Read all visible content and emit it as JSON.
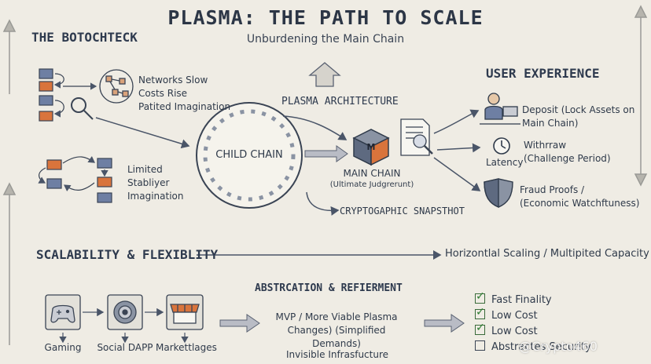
{
  "header": {
    "title": "PLASMA: THE PATH TO SCALE",
    "subtitle": "Unburdening the Main Chain"
  },
  "bottleneck": {
    "heading": "THE BOTOCHTECK",
    "problems_top": [
      "Networks Slow",
      "Costs Rise",
      "Patited Imagination"
    ],
    "problems_bottom": [
      "Limited",
      "Stabliyer",
      "Imagination"
    ]
  },
  "architecture": {
    "label": "PLASMA ARCHITECTURE",
    "child_chain": "CHILD CHAIN",
    "main_chain": "MAIN CHAIN",
    "main_chain_sub": "(Ultimate Judgrerunt)",
    "snapshot": "CRYPTOGAPHIC SNAPSTHOT",
    "cube_label": "M"
  },
  "user_experience": {
    "heading": "USER EXPERIENCE",
    "deposit": [
      "Deposit (Lock Assets on",
      "Main Chain)"
    ],
    "withdraw": [
      "Withrraw",
      "(Challenge Period)"
    ],
    "latency": "Latency",
    "fraud": [
      "Fraud Proofs /",
      "(Economic Watchftuness)"
    ]
  },
  "scalability": {
    "heading": "SCALABILITY & FLEXIBLITY",
    "result": "Horizontlal Scaling / Multipited Capacity"
  },
  "apps": {
    "items": [
      {
        "label": "Gaming",
        "icon": "gamepad-icon"
      },
      {
        "label": "Social DAPP",
        "icon": "social-badge-icon"
      },
      {
        "label": "Markettlages",
        "icon": "market-stall-icon"
      }
    ]
  },
  "abstraction": {
    "heading": "ABSTRCATION & REFIERMENT",
    "mvp": [
      "MVP / More Viable Plasma",
      "Changes) (Simplified Demands)"
    ],
    "invisible": "Invisible Infrasfucture"
  },
  "benefits": {
    "items": [
      {
        "label": "Fast Finality",
        "checked": true
      },
      {
        "label": "Low Cost",
        "checked": true
      },
      {
        "label": "Low Cost",
        "checked": true
      },
      {
        "label": "Abstractes Security",
        "checked": false
      }
    ]
  },
  "watermark": "@Crypto460",
  "colors": {
    "background": "#efece4",
    "ink": "#2f3a4a",
    "accent_orange": "#d9743c",
    "accent_blue": "#6e7fa3",
    "check_green": "#2e7d32"
  }
}
